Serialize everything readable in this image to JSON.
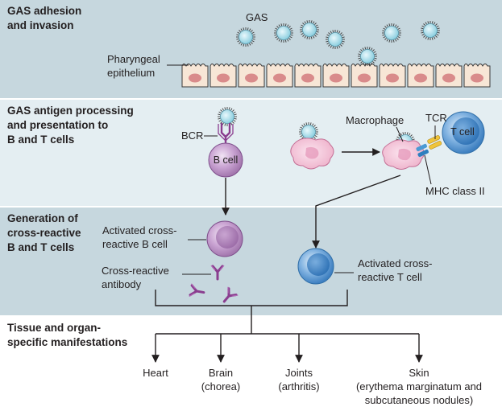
{
  "colors": {
    "band_dark": "#c6d7de",
    "band_light": "#e4eef2",
    "bottom_bg": "#ffffff",
    "epithelium_fill": "#f7e6d6",
    "nucleus": "#d98b8b",
    "gas_fill": "#a7dbe8",
    "macrophage": "#f1bfd4",
    "bcell": "#b98ac3",
    "tcell": "#4c8fcf",
    "antibody": "#8a3d8f",
    "tcr_yellow": "#f0c43a"
  },
  "icons": [
    "gas-bacterium-icon",
    "epithelial-cell-icon",
    "b-cell-icon",
    "t-cell-icon",
    "macrophage-icon",
    "antibody-icon",
    "tcr-icon",
    "mhc-class-ii-icon"
  ],
  "sections": [
    {
      "title_line1": "GAS adhesion",
      "title_line2": "and invasion"
    },
    {
      "title_line1": "GAS antigen processing",
      "title_line2": "and presentation to",
      "title_line3": "B and T cells"
    },
    {
      "title_line1": "Generation of",
      "title_line2": "cross-reactive",
      "title_line3": "B and T cells"
    },
    {
      "title_line1": "Tissue and organ-",
      "title_line2": "specific manifestations"
    }
  ],
  "labels": {
    "gas": "GAS",
    "pharyngeal_line1": "Pharyngeal",
    "pharyngeal_line2": "epithelium",
    "bcr": "BCR",
    "b_cell": "B cell",
    "macrophage": "Macrophage",
    "tcr": "TCR",
    "t_cell": "T cell",
    "mhc": "MHC class II",
    "activated_b_line1": "Activated cross-",
    "activated_b_line2": "reactive B cell",
    "cross_antibody_line1": "Cross-reactive",
    "cross_antibody_line2": "antibody",
    "activated_t_line1": "Activated cross-",
    "activated_t_line2": "reactive T cell"
  },
  "outcomes": [
    {
      "line1": "Heart",
      "line2": ""
    },
    {
      "line1": "Brain",
      "line2": "(chorea)"
    },
    {
      "line1": "Joints",
      "line2": "(arthritis)"
    },
    {
      "line1": "Skin",
      "line2": "(erythema marginatum and",
      "line3": "subcutaneous nodules)"
    }
  ]
}
